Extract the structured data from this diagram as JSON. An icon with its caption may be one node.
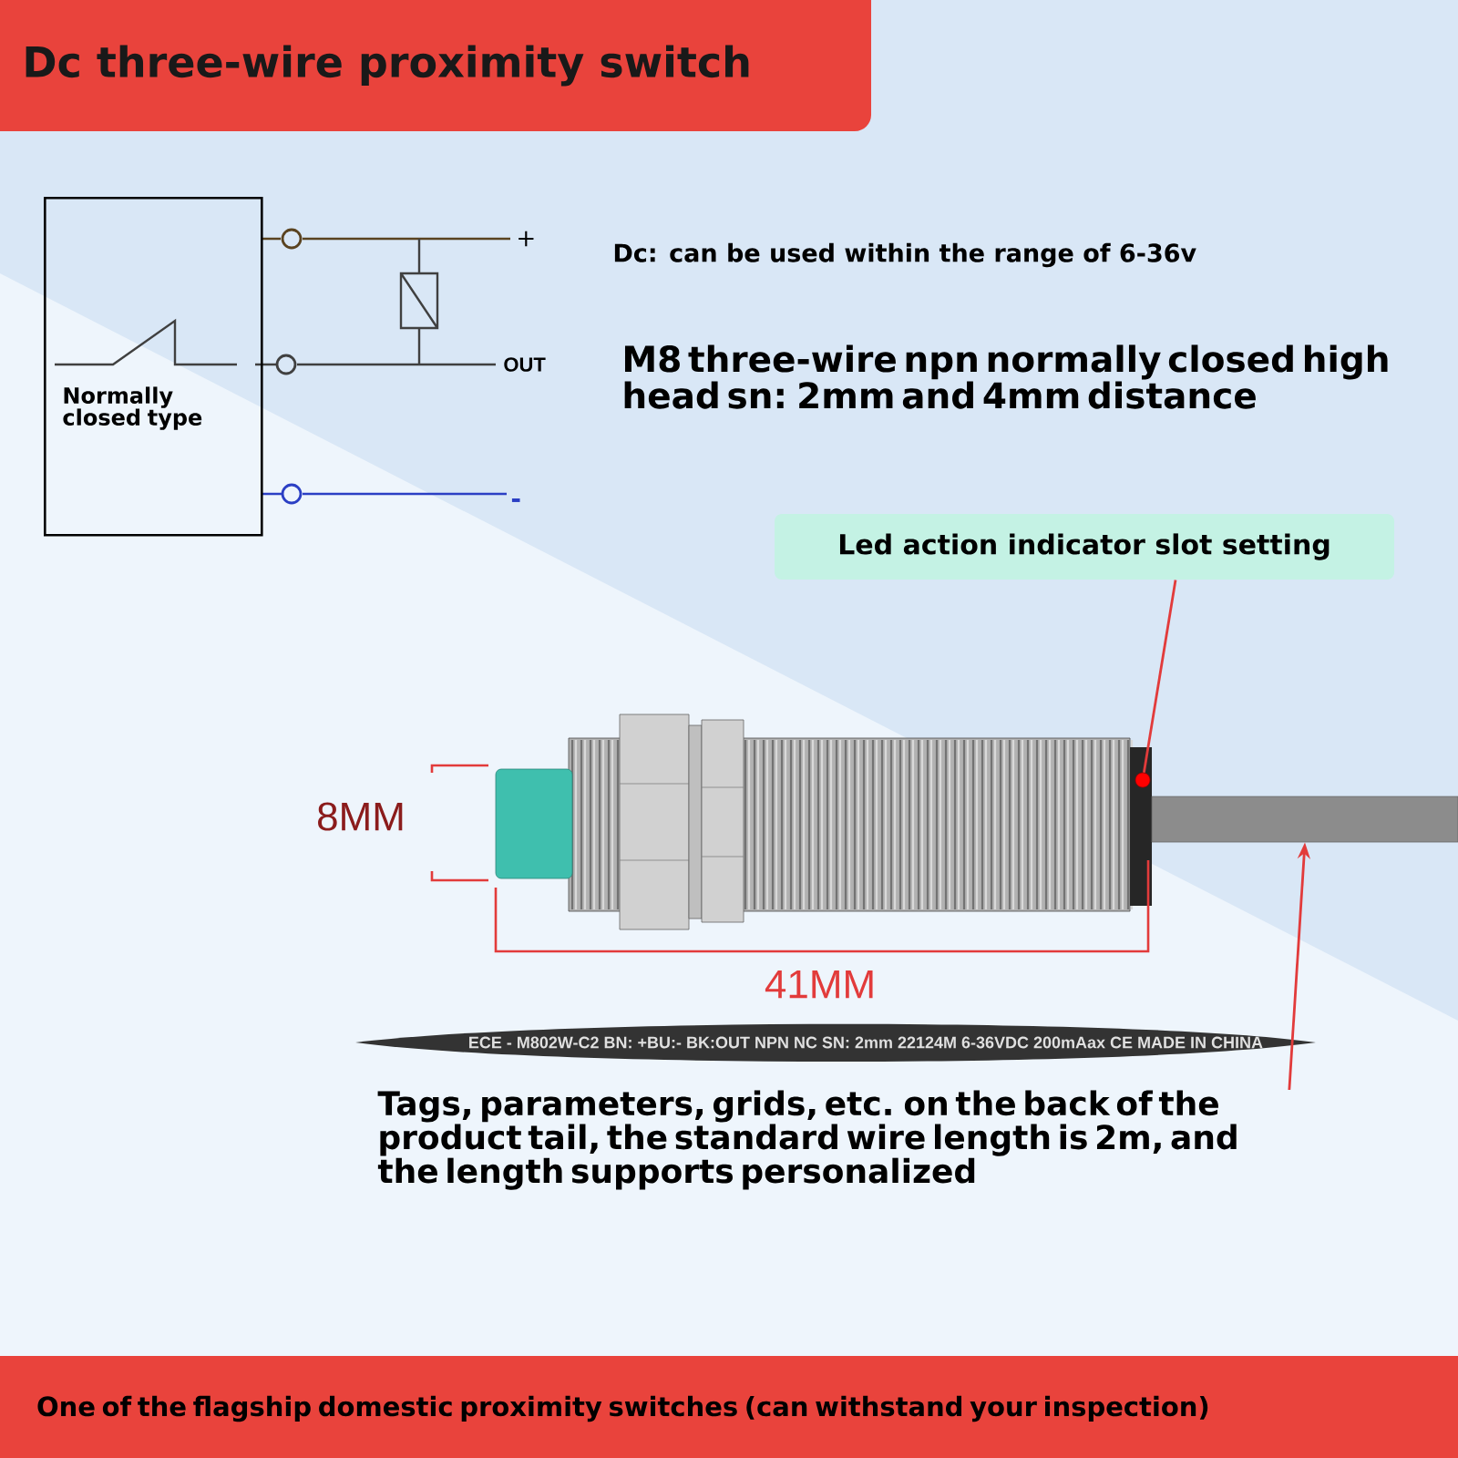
{
  "diagram": {
    "title": "Dc three-wire proximity switch",
    "nodes": [
      {
        "text": [
          "Normally closed type"
        ]
      },
      {
        "text": [
          "Led action indicator slot setting"
        ]
      },
      {
        "text": [],
        "shape": "circle"
      },
      {
        "text": [],
        "shape": "bar"
      },
      {
        "text": [
          "Tags, parameters, grids, etc. on the back of the product tail, the standard wire length is 2m, and the length supports personalized"
        ]
      },
      {
        "text": [
          "One of the flagship domestic proximity switches (can withstand your inspection)"
        ]
      }
    ],
    "edges": [
      {
        "from": 1,
        "to": 2,
        "arrow": "none"
      },
      {
        "from": 4,
        "to": 3,
        "arrow": "to"
      }
    ],
    "labels": [
      "+",
      "OUT",
      "-",
      "Dc: can be used within the range of 6-36v",
      "M8 three-wire npn normally closed high head sn: 2mm and 4mm distance",
      "8MM",
      "41MM",
      "ECE - M802W-C2 BN: +BU:- BK:OUT NPN NC SN: 2mm 22124M 6-36VDC 200mAax CE MADE IN CHINA"
    ]
  }
}
